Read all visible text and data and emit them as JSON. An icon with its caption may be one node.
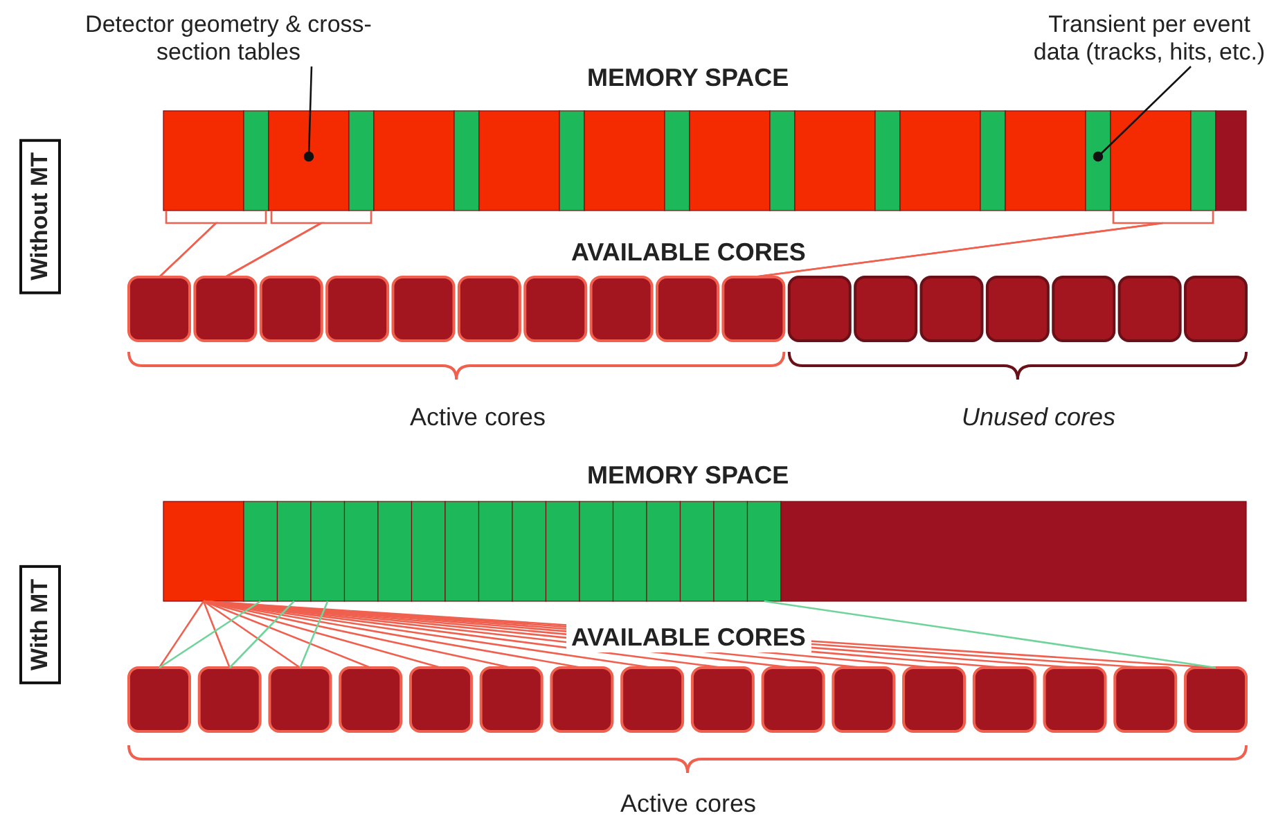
{
  "diagram": {
    "nodes": [
      {
        "text": [
          "Detector geometry & cross-section tables"
        ]
      },
      {
        "text": [
          "Transient per event data (tracks, hits, etc.)"
        ]
      },
      {
        "text": [
          "Without MT"
        ]
      },
      {
        "text": [],
        "shape": "box"
      },
      {
        "text": [],
        "shape": "box"
      },
      {
        "text": [],
        "shape": "box"
      },
      {
        "text": [],
        "shape": "box"
      },
      {
        "text": [],
        "shape": "box"
      },
      {
        "text": [],
        "shape": "box"
      },
      {
        "text": [],
        "shape": "box"
      },
      {
        "text": [],
        "shape": "box"
      },
      {
        "text": [],
        "shape": "box"
      },
      {
        "text": [],
        "shape": "box"
      },
      {
        "text": [],
        "shape": "box"
      },
      {
        "text": [],
        "shape": "box"
      },
      {
        "text": [],
        "shape": "box"
      },
      {
        "text": [],
        "shape": "box"
      },
      {
        "text": [],
        "shape": "box"
      },
      {
        "text": [],
        "shape": "box"
      },
      {
        "text": [],
        "shape": "box"
      },
      {
        "text": [],
        "shape": "box"
      },
      {
        "text": [],
        "shape": "box"
      },
      {
        "text": [],
        "shape": "box"
      },
      {
        "text": [],
        "shape": "box"
      },
      {
        "text": [],
        "shape": "box"
      },
      {
        "text": [],
        "shape": "box"
      },
      {
        "text": [],
        "shape": "box"
      },
      {
        "text": [],
        "shape": "box"
      },
      {
        "text": [],
        "shape": "box"
      },
      {
        "text": [],
        "shape": "box"
      },
      {
        "text": [],
        "shape": "box"
      },
      {
        "text": [],
        "shape": "box"
      },
      {
        "text": [],
        "shape": "box"
      },
      {
        "text": [],
        "shape": "box"
      },
      {
        "text": [],
        "shape": "box"
      },
      {
        "text": [],
        "shape": "box"
      },
      {
        "text": [],
        "shape": "box"
      },
      {
        "text": [],
        "shape": "box"
      },
      {
        "text": [],
        "shape": "box"
      },
      {
        "text": [],
        "shape": "box"
      },
      {
        "text": [],
        "shape": "box"
      },
      {
        "text": [
          "With MT"
        ]
      },
      {
        "text": [],
        "shape": "box"
      },
      {
        "text": [],
        "shape": "box"
      },
      {
        "text": [],
        "shape": "box"
      },
      {
        "text": [],
        "shape": "box"
      },
      {
        "text": [],
        "shape": "box"
      },
      {
        "text": [],
        "shape": "box"
      },
      {
        "text": [],
        "shape": "box"
      },
      {
        "text": [],
        "shape": "box"
      },
      {
        "text": [],
        "shape": "box"
      },
      {
        "text": [],
        "shape": "box"
      },
      {
        "text": [],
        "shape": "box"
      },
      {
        "text": [],
        "shape": "box"
      },
      {
        "text": [],
        "shape": "box"
      },
      {
        "text": [],
        "shape": "box"
      },
      {
        "text": [],
        "shape": "box"
      },
      {
        "text": [],
        "shape": "box"
      },
      {
        "text": [],
        "shape": "box"
      },
      {
        "text": [],
        "shape": "box"
      },
      {
        "text": [],
        "shape": "box"
      },
      {
        "text": [],
        "shape": "box"
      },
      {
        "text": [],
        "shape": "box"
      },
      {
        "text": [],
        "shape": "box"
      },
      {
        "text": [],
        "shape": "box"
      },
      {
        "text": [],
        "shape": "box"
      },
      {
        "text": [],
        "shape": "box"
      },
      {
        "text": [],
        "shape": "box"
      },
      {
        "text": [],
        "shape": "box"
      },
      {
        "text": [],
        "shape": "box"
      },
      {
        "text": [],
        "shape": "box"
      },
      {
        "text": [],
        "shape": "box"
      },
      {
        "text": [],
        "shape": "box"
      },
      {
        "text": [],
        "shape": "box"
      },
      {
        "text": [],
        "shape": "box"
      },
      {
        "text": [],
        "shape": "box"
      }
    ],
    "edges": [
      {
        "from": 0,
        "to": 5,
        "arrow": "other",
        "color": "#111111"
      },
      {
        "from": 1,
        "to": 20,
        "arrow": "other",
        "color": "#111111"
      },
      {
        "from": 3,
        "to": 24,
        "arrow": "none"
      },
      {
        "from": 4,
        "to": 24,
        "arrow": "none"
      },
      {
        "from": 5,
        "to": 25,
        "arrow": "none"
      },
      {
        "from": 6,
        "to": 25,
        "arrow": "none"
      },
      {
        "from": 21,
        "to": 33,
        "arrow": "none"
      },
      {
        "from": 22,
        "to": 33,
        "arrow": "none"
      },
      {
        "from": 42,
        "to": 60,
        "arrow": "none"
      },
      {
        "from": 42,
        "to": 61,
        "arrow": "none"
      },
      {
        "from": 42,
        "to": 62,
        "arrow": "none"
      },
      {
        "from": 42,
        "to": 63,
        "arrow": "none"
      },
      {
        "from": 42,
        "to": 64,
        "arrow": "none"
      },
      {
        "from": 42,
        "to": 65,
        "arrow": "none"
      },
      {
        "from": 42,
        "to": 66,
        "arrow": "none"
      },
      {
        "from": 42,
        "to": 67,
        "arrow": "none"
      },
      {
        "from": 42,
        "to": 68,
        "arrow": "none"
      },
      {
        "from": 42,
        "to": 69,
        "arrow": "none"
      },
      {
        "from": 42,
        "to": 70,
        "arrow": "none"
      },
      {
        "from": 42,
        "to": 71,
        "arrow": "none"
      },
      {
        "from": 42,
        "to": 72,
        "arrow": "none"
      },
      {
        "from": 42,
        "to": 73,
        "arrow": "none"
      },
      {
        "from": 42,
        "to": 74,
        "arrow": "none"
      },
      {
        "from": 42,
        "to": 75,
        "arrow": "none"
      },
      {
        "from": 43,
        "to": 60,
        "arrow": "none",
        "color": "#6fd49a"
      },
      {
        "from": 44,
        "to": 61,
        "arrow": "none",
        "color": "#6fd49a"
      },
      {
        "from": 45,
        "to": 62,
        "arrow": "none",
        "color": "#6fd49a"
      },
      {
        "from": 58,
        "to": 75,
        "arrow": "none",
        "color": "#6fd49a"
      }
    ],
    "labels": [
      "MEMORY SPACE",
      "AVAILABLE CORES",
      "Active cores",
      "Unused cores",
      "MEMORY SPACE",
      "AVAILABLE CORES",
      "Active cores"
    ]
  }
}
